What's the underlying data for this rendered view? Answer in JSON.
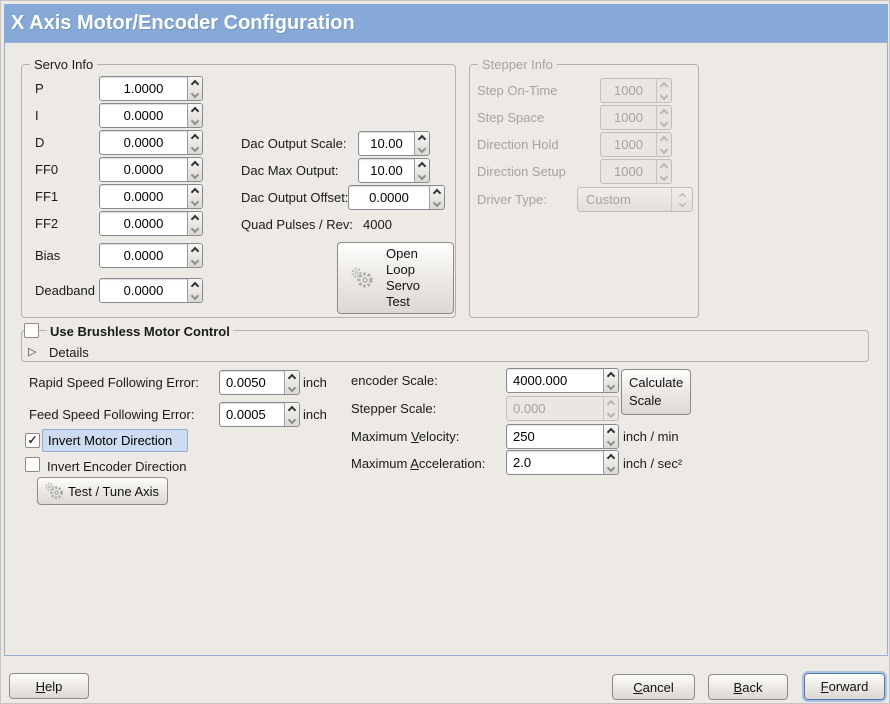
{
  "window": {
    "title": "X Axis Motor/Encoder Configuration"
  },
  "servo_info": {
    "title": "Servo Info",
    "rows": [
      {
        "label": "P",
        "value": "1.0000"
      },
      {
        "label": "I",
        "value": "0.0000"
      },
      {
        "label": "D",
        "value": "0.0000"
      },
      {
        "label": "FF0",
        "value": "0.0000"
      },
      {
        "label": "FF1",
        "value": "0.0000"
      },
      {
        "label": "FF2",
        "value": "0.0000"
      },
      {
        "label": "Bias",
        "value": "0.0000"
      },
      {
        "label": "Deadband",
        "value": "0.0000"
      }
    ],
    "dac_rows": [
      {
        "label": "Dac Output Scale:",
        "value": "10.00"
      },
      {
        "label": "Dac Max Output:",
        "value": "10.00"
      },
      {
        "label": "Dac Output Offset:",
        "value": "0.0000"
      }
    ],
    "quad_label": "Quad Pulses / Rev:",
    "quad_value": "4000",
    "open_loop_button": "Open\nLoop\nServo\nTest"
  },
  "stepper_info": {
    "title": "Stepper Info",
    "rows": [
      {
        "label": "Step On-Time",
        "value": "1000"
      },
      {
        "label": "Step Space",
        "value": "1000"
      },
      {
        "label": "Direction Hold",
        "value": "1000"
      },
      {
        "label": "Direction Setup",
        "value": "1000"
      }
    ],
    "driver_type_label": "Driver Type:",
    "driver_type_value": "Custom"
  },
  "brushless": {
    "title": "Use Brushless Motor Control",
    "details_label": "Details"
  },
  "following_error": {
    "rapid_label": "Rapid Speed Following Error:",
    "rapid_value": "0.0050",
    "rapid_unit": "inch",
    "feed_label": "Feed Speed Following Error:",
    "feed_value": "0.0005",
    "feed_unit": "inch"
  },
  "scaling": {
    "encoder_label": "encoder Scale:",
    "encoder_value": "4000.000",
    "calculate_button": "Calculate\nScale",
    "stepper_label": "Stepper Scale:",
    "stepper_value": "0.000",
    "velocity_label": {
      "pre": "Maximum ",
      "mn": "V",
      "post": "elocity:"
    },
    "velocity_value": "250",
    "velocity_unit": "inch / min",
    "accel_label": {
      "pre": "Maximum ",
      "mn": "A",
      "post": "cceleration:"
    },
    "accel_value": "2.0",
    "accel_unit": "inch / sec²"
  },
  "direction": {
    "invert_motor_label": "Invert Motor Direction",
    "invert_encoder_label": "Invert Encoder Direction",
    "test_tune_button": "Test / Tune Axis"
  },
  "actions": {
    "help": {
      "mn": "H",
      "post": "elp"
    },
    "cancel": {
      "mn": "C",
      "post": "ancel"
    },
    "back": {
      "mn": "B",
      "post": "ack"
    },
    "forward": {
      "mn": "F",
      "post": "orward"
    }
  },
  "icons": {
    "expander": "▷",
    "checkmark": "✓"
  },
  "colors": {
    "titlebar": "#86a9d7",
    "window_bg": "#edeae6",
    "content_border": "#96b0d4",
    "focus_highlight": "#cddcf0",
    "disabled_text": "#a6a29c"
  }
}
